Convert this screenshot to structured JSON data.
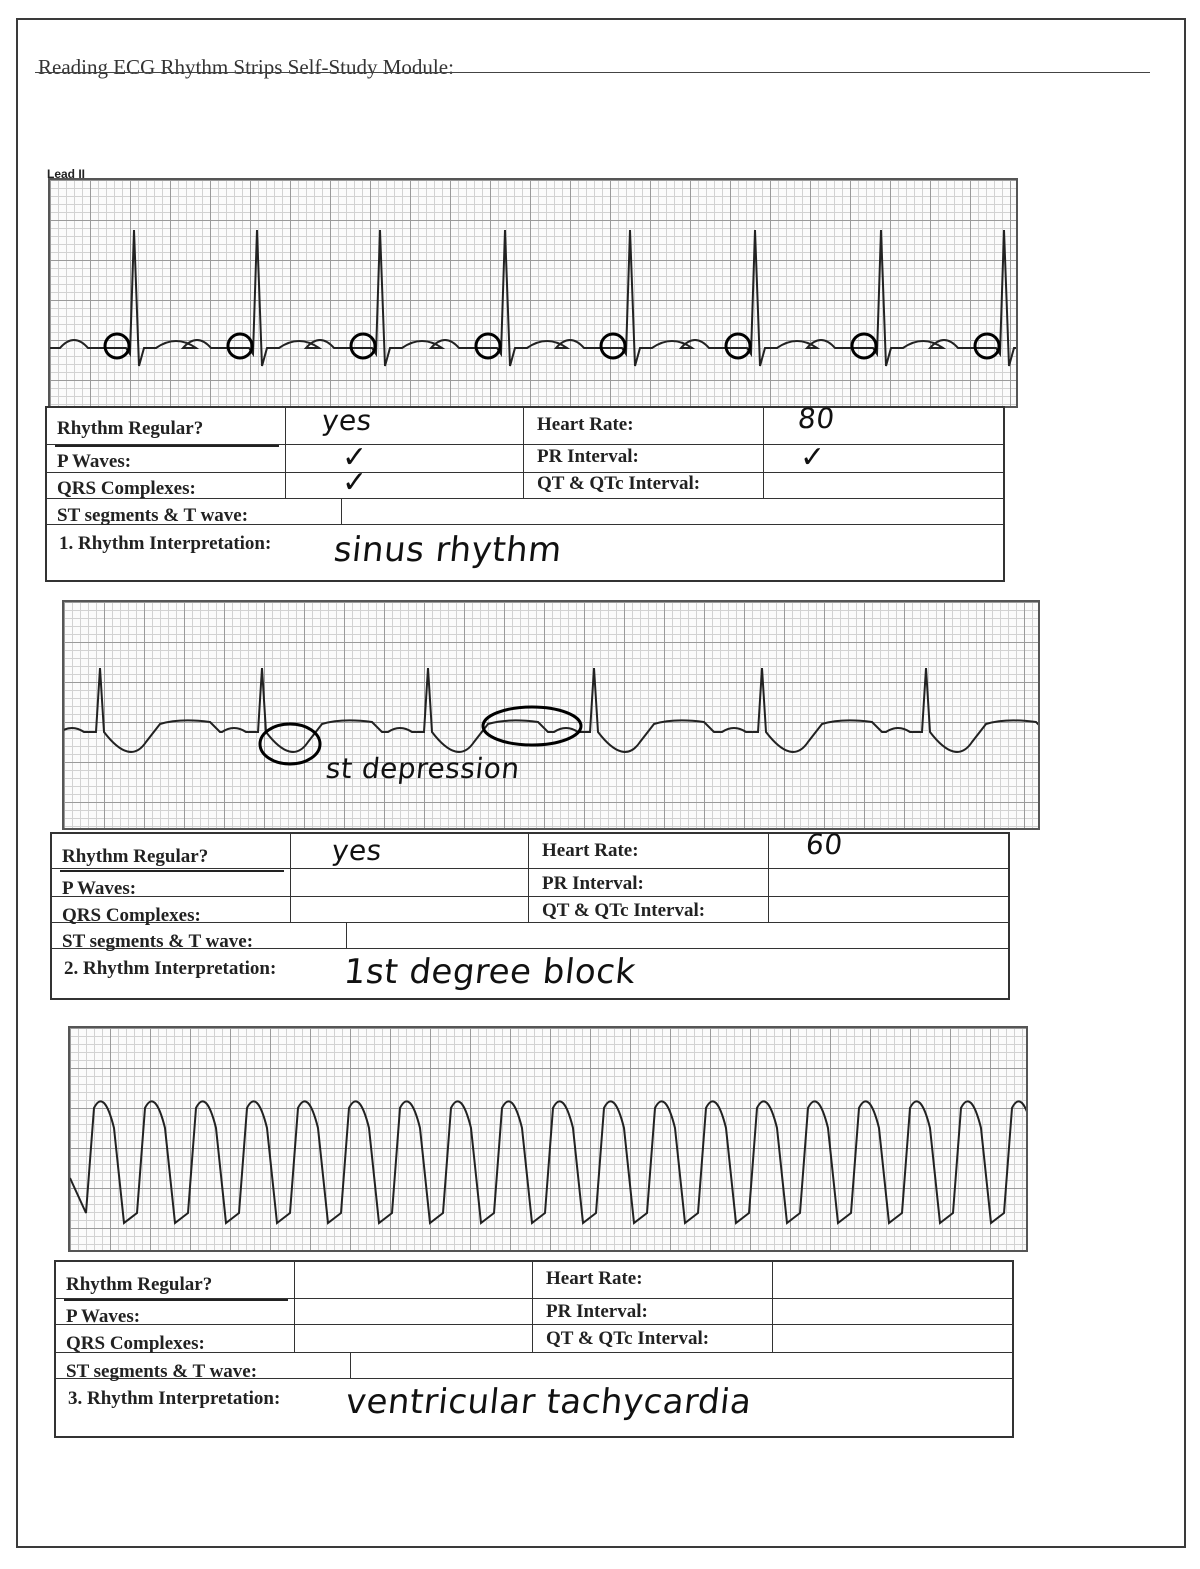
{
  "header": {
    "title": "Reading ECG Rhythm Strips Self-Study Module:"
  },
  "lead_label": "Lead II",
  "form_labels": {
    "rhythm_regular": "Rhythm Regular?",
    "p_waves": "P Waves:",
    "qrs": "QRS Complexes:",
    "st_t": "ST segments & T wave:",
    "heart_rate": "Heart Rate:",
    "pr_interval": "PR Interval:",
    "qt_qtc": "QT & QTc Interval:"
  },
  "strips": [
    {
      "interpretation_label": "1. Rhythm Interpretation:",
      "answers": {
        "rhythm_regular": "yes",
        "p_waves": "✓",
        "qrs": "✓",
        "heart_rate": "80",
        "pr_interval": "✓",
        "interpretation": "sinus rhythm"
      }
    },
    {
      "interpretation_label": "2. Rhythm Interpretation:",
      "annotation": "st depression",
      "answers": {
        "rhythm_regular": "yes",
        "heart_rate": "60",
        "interpretation": "1st degree block"
      }
    },
    {
      "interpretation_label": "3. Rhythm Interpretation:",
      "answers": {
        "interpretation": "ventricular tachycardia"
      }
    }
  ]
}
